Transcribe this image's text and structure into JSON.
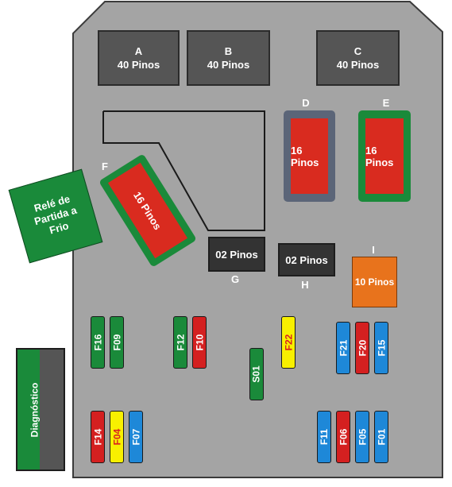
{
  "connectors": {
    "A": {
      "letter": "A",
      "pins": "40 Pinos"
    },
    "B": {
      "letter": "B",
      "pins": "40 Pinos"
    },
    "C": {
      "letter": "C",
      "pins": "40 Pinos"
    },
    "D": {
      "letter": "D",
      "pins": "16 Pinos"
    },
    "E": {
      "letter": "E",
      "pins": "16 Pinos"
    },
    "F": {
      "letter": "F",
      "pins": "16 Pinos"
    },
    "G": {
      "letter": "G",
      "pins": "02 Pinos"
    },
    "H": {
      "letter": "H",
      "pins": "02 Pinos"
    },
    "I": {
      "letter": "I",
      "pins": "10 Pinos"
    }
  },
  "relay": {
    "label": "Relé de Partida a Frio"
  },
  "diagnostic": {
    "label": "Diagnóstico"
  },
  "fuses": {
    "F16": "F16",
    "F09": "F09",
    "F12": "F12",
    "F10": "F10",
    "S01": "S01",
    "F22": "F22",
    "F21": "F21",
    "F20": "F20",
    "F15": "F15",
    "F14": "F14",
    "F04": "F04",
    "F07": "F07",
    "F11": "F11",
    "F06": "F06",
    "F05": "F05",
    "F01": "F01"
  },
  "colors": {
    "board": "#a4a4a4",
    "green": "#1a8a3a",
    "red": "#d42020",
    "yellow": "#f8f000",
    "blue": "#1e88d8",
    "orange": "#e8731c",
    "dark": "#333333"
  }
}
